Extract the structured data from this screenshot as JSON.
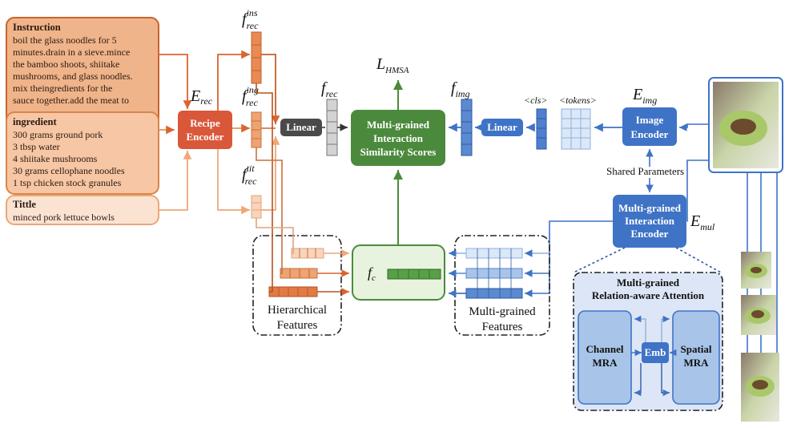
{
  "recipe": {
    "instruction": {
      "title": "Instruction",
      "lines": [
        "boil the glass noodles for 5",
        "minutes.drain in a sieve.mince",
        "the bamboo shoots, shiitake",
        "mushrooms, and glass noodles.",
        "mix theingredients for the",
        "sauce together.add the meat to"
      ]
    },
    "ingredient": {
      "title": "ingredient",
      "lines": [
        "300 grams ground pork",
        "3 tbsp water",
        "4 shiitake mushrooms",
        "30 grams cellophane noodles",
        "1 tsp chicken stock granules"
      ]
    },
    "title_box": {
      "title": "Tittle",
      "lines": [
        "minced pork lettuce bowls"
      ]
    }
  },
  "nodes": {
    "recipe_encoder": [
      "Recipe",
      "Encoder"
    ],
    "linear_left": "Linear",
    "scores": [
      "Multi-grained",
      "Interaction",
      "Similarity Scores"
    ],
    "linear_right": "Linear",
    "image_encoder": [
      "Image",
      "Encoder"
    ],
    "mul_encoder": [
      "Multi-grained",
      "Interaction",
      "Encoder"
    ],
    "emb": "Emb"
  },
  "symbols": {
    "e_rec": {
      "base": "E",
      "sub": "rec"
    },
    "f_ins": {
      "base": "f",
      "sup": "ins",
      "sub": "rec"
    },
    "f_ing": {
      "base": "f",
      "sup": "ing",
      "sub": "rec"
    },
    "f_tit": {
      "base": "f",
      "sup": "tit",
      "sub": "rec"
    },
    "f_rec": {
      "base": "f",
      "sub": "rec"
    },
    "l_hmsa": {
      "base": "L",
      "sub": "HMSA"
    },
    "f_img": {
      "base": "f",
      "sub": "img"
    },
    "e_img": {
      "base": "E",
      "sub": "img"
    },
    "e_mul": {
      "base": "E",
      "sub": "mul"
    },
    "f_c": {
      "base": "f",
      "sub": "c"
    }
  },
  "labels": {
    "cls": "<cls>",
    "tokens": "<tokens>",
    "shared": "Shared Parameters",
    "hier": [
      "Hierarchical",
      "Features"
    ],
    "multi": [
      "Multi-grained",
      "Features"
    ],
    "mra_title": [
      "Multi-grained",
      "Relation-aware Attention"
    ],
    "channel": [
      "Channel",
      "MRA"
    ],
    "spatial": [
      "Spatial",
      "MRA"
    ]
  },
  "colors": {
    "orange_dark": "#d9652f",
    "orange_mid": "#e7904f",
    "orange_light": "#f3c3a2",
    "blue": "#3f73c6",
    "blue_light": "#a8c4e8",
    "green": "#4b8a3c",
    "green_light": "#e7f3de"
  }
}
